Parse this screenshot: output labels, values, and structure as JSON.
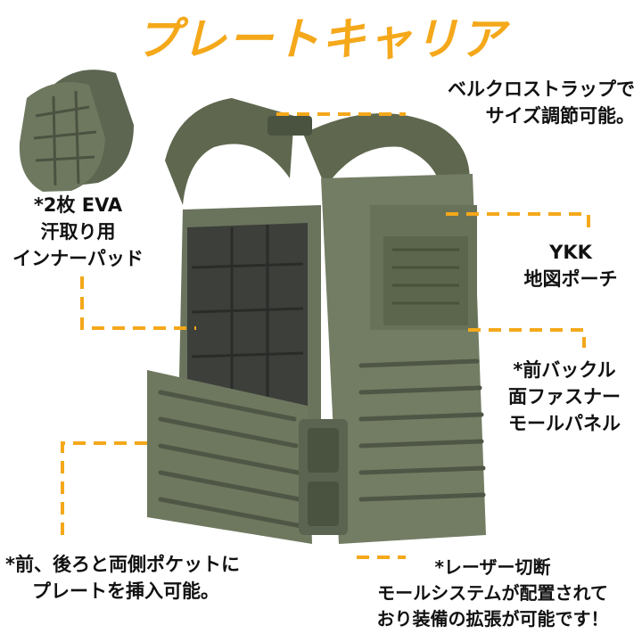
{
  "title": "プレートキャリア",
  "colors": {
    "accent": "#f4a81a",
    "vest_main": "#6f7962",
    "vest_dark": "#4f5645",
    "vest_shadow": "#3b4034",
    "inner_pad": "#3c3f3a"
  },
  "labels": {
    "velcro": [
      "ベルクロストラップで",
      "サイズ調節可能。"
    ],
    "eva": [
      "*2枚 EVA",
      "汗取り用",
      "インナーパッド"
    ],
    "ykk": [
      "YKK",
      "地図ポーチ"
    ],
    "buckle": [
      "*前バックル",
      "面ファスナー",
      "モールパネル"
    ],
    "pocket": [
      "*前、後ろと両側ポケットに",
      "プレートを挿入可能。"
    ],
    "laser": [
      "*レーザー切断",
      "モールシステムが配置されて",
      "おり装備の拡張が可能です！"
    ]
  }
}
